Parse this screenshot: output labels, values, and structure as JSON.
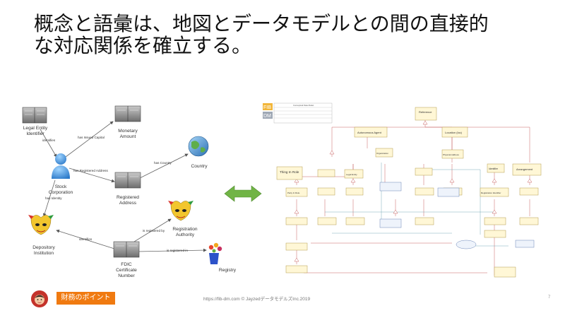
{
  "slide": {
    "title_line1": "概念と語彙は、地図とデータモデルとの間の直接的",
    "title_line2": "な対応関係を確立する。",
    "footer_url": "https://fib-dm.com © Jayzed",
    "footer_company": "データモデルズ",
    "footer_year": "Inc.2019",
    "page_number": "7",
    "badge_label": "財務のポイント"
  },
  "concept_map": {
    "nodes": {
      "lei": "Legal Entity\nIdentifier",
      "monetary": "Monetary\nAmount",
      "country": "Country",
      "stock": "Stock\nCorporation",
      "registered": "Registered\nAddress",
      "depository": "Depository\nInstitution",
      "fdic": "FDIC\nCertificate\nNumber",
      "authority": "Registration\nAuthority",
      "registry": "Registry"
    },
    "edges": {
      "identifies_top": "identifies",
      "has_capital": "has Issued Capital",
      "has_address": "has Registered Address",
      "has_country": "has Country",
      "has_identity": "has Identity",
      "identifies_bottom": "identifies",
      "is_registered_by": "is registered by",
      "is_registered_in": "is registered in"
    }
  },
  "data_model": {
    "legend_fib": "FIB",
    "legend_dm": "DM",
    "legend_heading": "Conceptual Data Model",
    "reference": "Reference",
    "autonomous_agent": "Autonomous Agent",
    "location": "Location (loc)",
    "thing_in_role": "Thing In Role",
    "arrangement": "Arrangement",
    "identifier": "Identifier",
    "organization": "Organization",
    "physical_address": "Physical Address",
    "legal_entity": "Legal Entity",
    "registration_identifier": "Registration Identifier",
    "party_role": "Party In Role"
  }
}
